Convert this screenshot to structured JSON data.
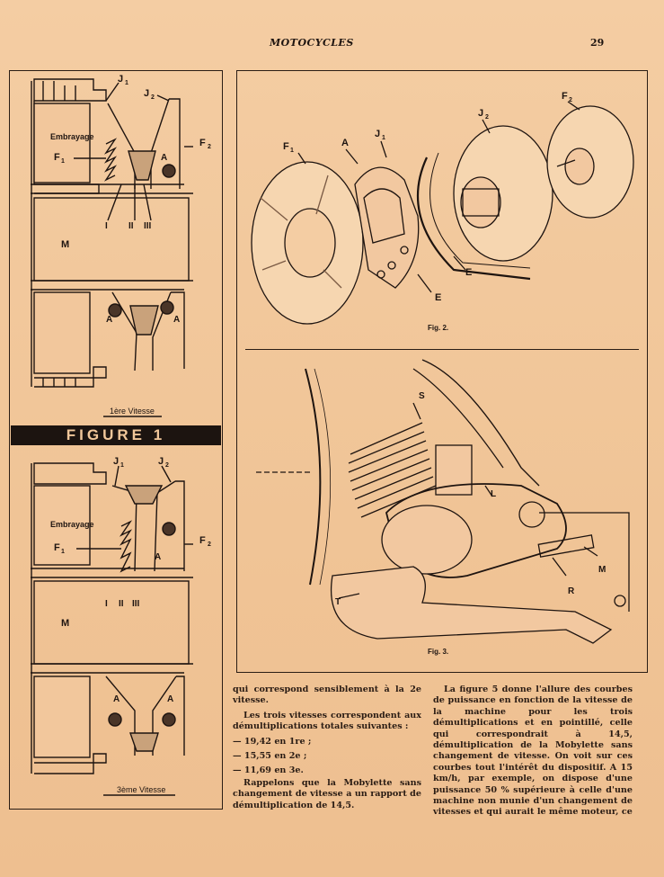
{
  "header": {
    "title": "MOTOCYCLES",
    "page_number": "29"
  },
  "figure1": {
    "banner": "FIGURE 1",
    "top": {
      "labels": {
        "j1": "J",
        "j1_sub": "1",
        "j2": "J",
        "j2_sub": "2",
        "f1": "F",
        "f1_sub": "1",
        "f2": "F",
        "f2_sub": "2",
        "embrayage": "Embrayage",
        "a1": "A",
        "a2": "A",
        "a3": "A",
        "i": "I",
        "ii": "II",
        "iii": "III",
        "m": "M"
      },
      "caption": "1ère Vitesse"
    },
    "bottom": {
      "labels": {
        "j1": "J",
        "j1_sub": "1",
        "j2": "J",
        "j2_sub": "2",
        "f1": "F",
        "f1_sub": "1",
        "f2": "F",
        "f2_sub": "2",
        "embrayage": "Embrayage",
        "a1": "A",
        "a2": "A",
        "a3": "A",
        "i": "I",
        "ii": "II",
        "iii": "III",
        "m": "M"
      },
      "caption": "3ème Vitesse"
    }
  },
  "figure2": {
    "caption": "Fig. 2.",
    "labels": {
      "f1": "F",
      "f1_sub": "1",
      "a": "A",
      "j1": "J",
      "j1_sub": "1",
      "j2": "J",
      "j2_sub": "2",
      "f2": "F",
      "f2_sub": "2",
      "e1": "E",
      "e2": "E"
    }
  },
  "figure3": {
    "caption": "Fig. 3.",
    "labels": {
      "s": "S",
      "l": "L",
      "m": "M",
      "r": "R",
      "t": "T"
    }
  },
  "text": {
    "col1": {
      "p1": "qui correspond sensiblement à la 2e vitesse.",
      "p2": "Les trois vitesses correspondent aux démultiplications totales suivantes :",
      "l1": "— 19,42 en 1re ;",
      "l2": "— 15,55 en 2e ;",
      "l3": "— 11,69 en 3e.",
      "p3": "Rappelons que la Mobylette sans changement de vitesse a un rapport de démultiplication de 14,5."
    },
    "col2": {
      "p1": "La figure 5 donne l'allure des courbes de puissance en fonction de la vitesse de la machine pour les trois démultiplications et en pointillé, celle qui correspondrait à 14,5, démultiplication de la Mobylette sans changement de vitesse. On voit sur ces courbes tout l'intérêt du dispositif. A 15 km/h, par exemple, on dispose d'une puissance 50 % supérieure à celle d'une machine non munie d'un changement de vitesses et qui aurait le même moteur, ce"
    }
  }
}
